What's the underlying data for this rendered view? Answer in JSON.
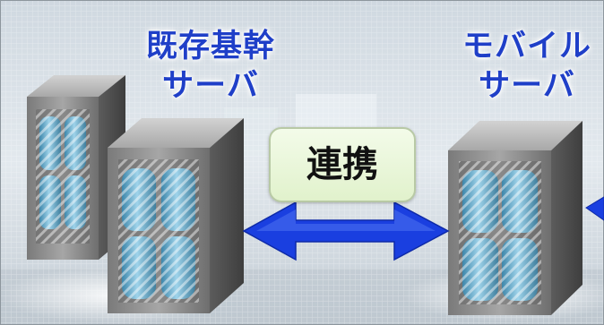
{
  "legacy_server": {
    "line1": "既存基幹",
    "line2": "サーバ"
  },
  "mobile_server": {
    "line1": "モバイル",
    "line2": "サーバ"
  },
  "link_label": "連携",
  "colors": {
    "label_text": "#1f3fc8",
    "arrow": "#1a3fe0",
    "badge_fill": "#e6f4d4",
    "server_body": "#8e8e8e",
    "disk": "#5fa8c8"
  },
  "icons": [
    "server-icon",
    "double-arrow-icon",
    "arrow-left-icon"
  ]
}
